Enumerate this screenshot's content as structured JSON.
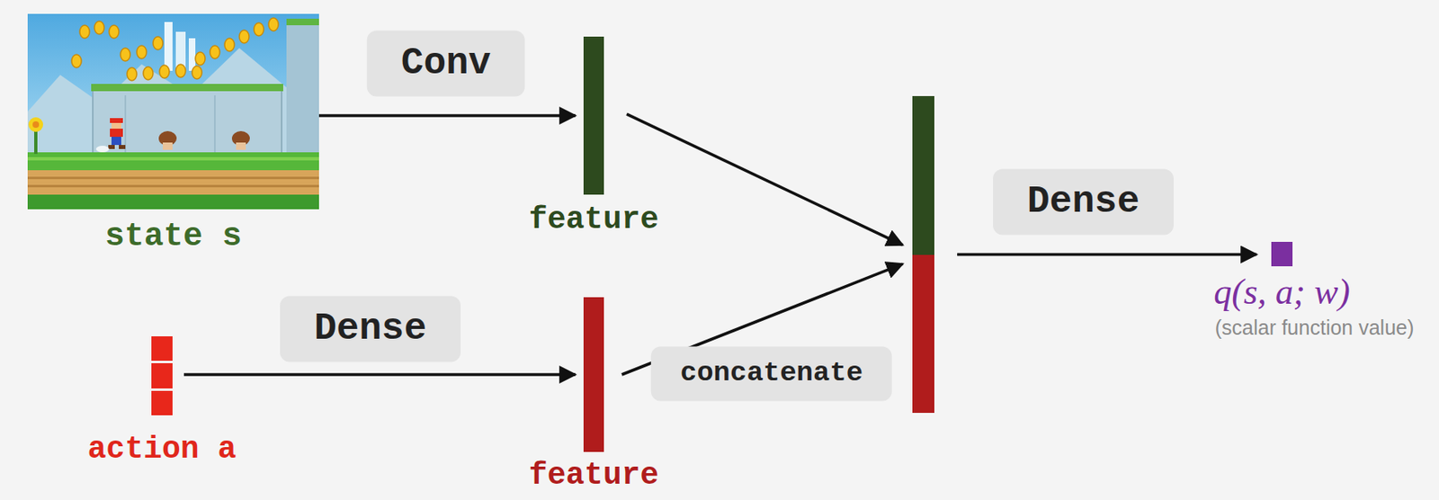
{
  "diagram": {
    "nodes": [
      {
        "text": [
          "state s"
        ]
      },
      {
        "text": [
          "feature"
        ]
      },
      {
        "text": [
          "action a"
        ]
      },
      {
        "text": [
          "feature"
        ]
      },
      {
        "text": []
      },
      {
        "text": [
          "q(s, a; w)",
          "(scalar function value)"
        ]
      }
    ],
    "edges": [
      {
        "from": 0,
        "to": 1,
        "arrow": "to",
        "label": "Conv"
      },
      {
        "from": 1,
        "to": 4,
        "arrow": "to"
      },
      {
        "from": 3,
        "to": 4,
        "arrow": "to",
        "label": "concatenate"
      },
      {
        "from": 2,
        "to": 3,
        "arrow": "to",
        "label": "Dense"
      },
      {
        "from": 4,
        "to": 5,
        "arrow": "to",
        "label": "Dense"
      }
    ]
  }
}
